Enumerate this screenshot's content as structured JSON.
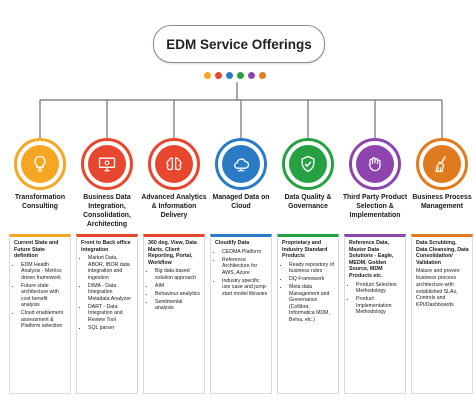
{
  "title": "EDM Service Offerings",
  "dot_colors": [
    "#f5a623",
    "#e8472f",
    "#2b7bc4",
    "#27a043",
    "#8e44ad",
    "#e07b1f"
  ],
  "offerings": [
    {
      "title": "Transformation Consulting",
      "color": "#f5a623",
      "icon": "lightbulb-icon",
      "heading": "Current State and Future State definition",
      "items": [
        "EDM Health Analysis - Metrics driven framework",
        "Future state architecture with cost benefit analysis",
        "Cloud enablement assessment & Platform selection"
      ],
      "paragraph": ""
    },
    {
      "title": "Business Data Integration, Consolidation, Architecting",
      "color": "#e8472f",
      "icon": "monitor-icon",
      "heading": "Front to Back office integration",
      "items": [
        "Market Data, ABOR, IBOR data integration and ingestion",
        "DIMA - Data Integration Metadata Analyzer",
        "DART - Data Integration and Review Tool",
        "SQL parser"
      ],
      "paragraph": ""
    },
    {
      "title": "Advanced Analytics & Information Delivery",
      "color": "#e8472f",
      "icon": "brain-icon",
      "heading": "360 deg. View, Data Marts, Client Reporting, Portal, Workflow",
      "items": [
        "Big data based solution approach",
        "AIM",
        "Behaviour analytics",
        "Sentimental analysis"
      ],
      "paragraph": ""
    },
    {
      "title": "Managed Data on Cloud",
      "color": "#2b7bc4",
      "icon": "cloud-icon",
      "heading": "Cloudify Data",
      "items": [
        "CEDMA Platform",
        "Reference Architecture for AWS, Azure",
        "Industry specific use case and jump-start model libraries"
      ],
      "paragraph": ""
    },
    {
      "title": "Data Quality & Governance",
      "color": "#27a043",
      "icon": "shield-check-icon",
      "heading": "Proprietary and Industry Standard Products",
      "items": [
        "Ready repository of business rules",
        "DQ Framework",
        "Meta data Management and Governance (Collibra, Informatica MDM, Belva, etc.)"
      ],
      "paragraph": ""
    },
    {
      "title": "Third Party Product Selection & Implementation",
      "color": "#8e44ad",
      "icon": "hand-icon",
      "heading": "Reference Data, Master Data Solutions - Eagle, MEDM, Golden Source, MDM Products etc.",
      "items": [
        "Product Selection Methodology",
        "Product Implementation Methodology"
      ],
      "paragraph": ""
    },
    {
      "title": "Business Process Management",
      "color": "#e07b1f",
      "icon": "broom-icon",
      "heading": "Data Scrubbing, Data Cleansing, Data Consolidation/ Validation",
      "items": [],
      "paragraph": "Mature and proven business process architecture with established SLAs, Controls and KPI/Dashboards"
    }
  ]
}
